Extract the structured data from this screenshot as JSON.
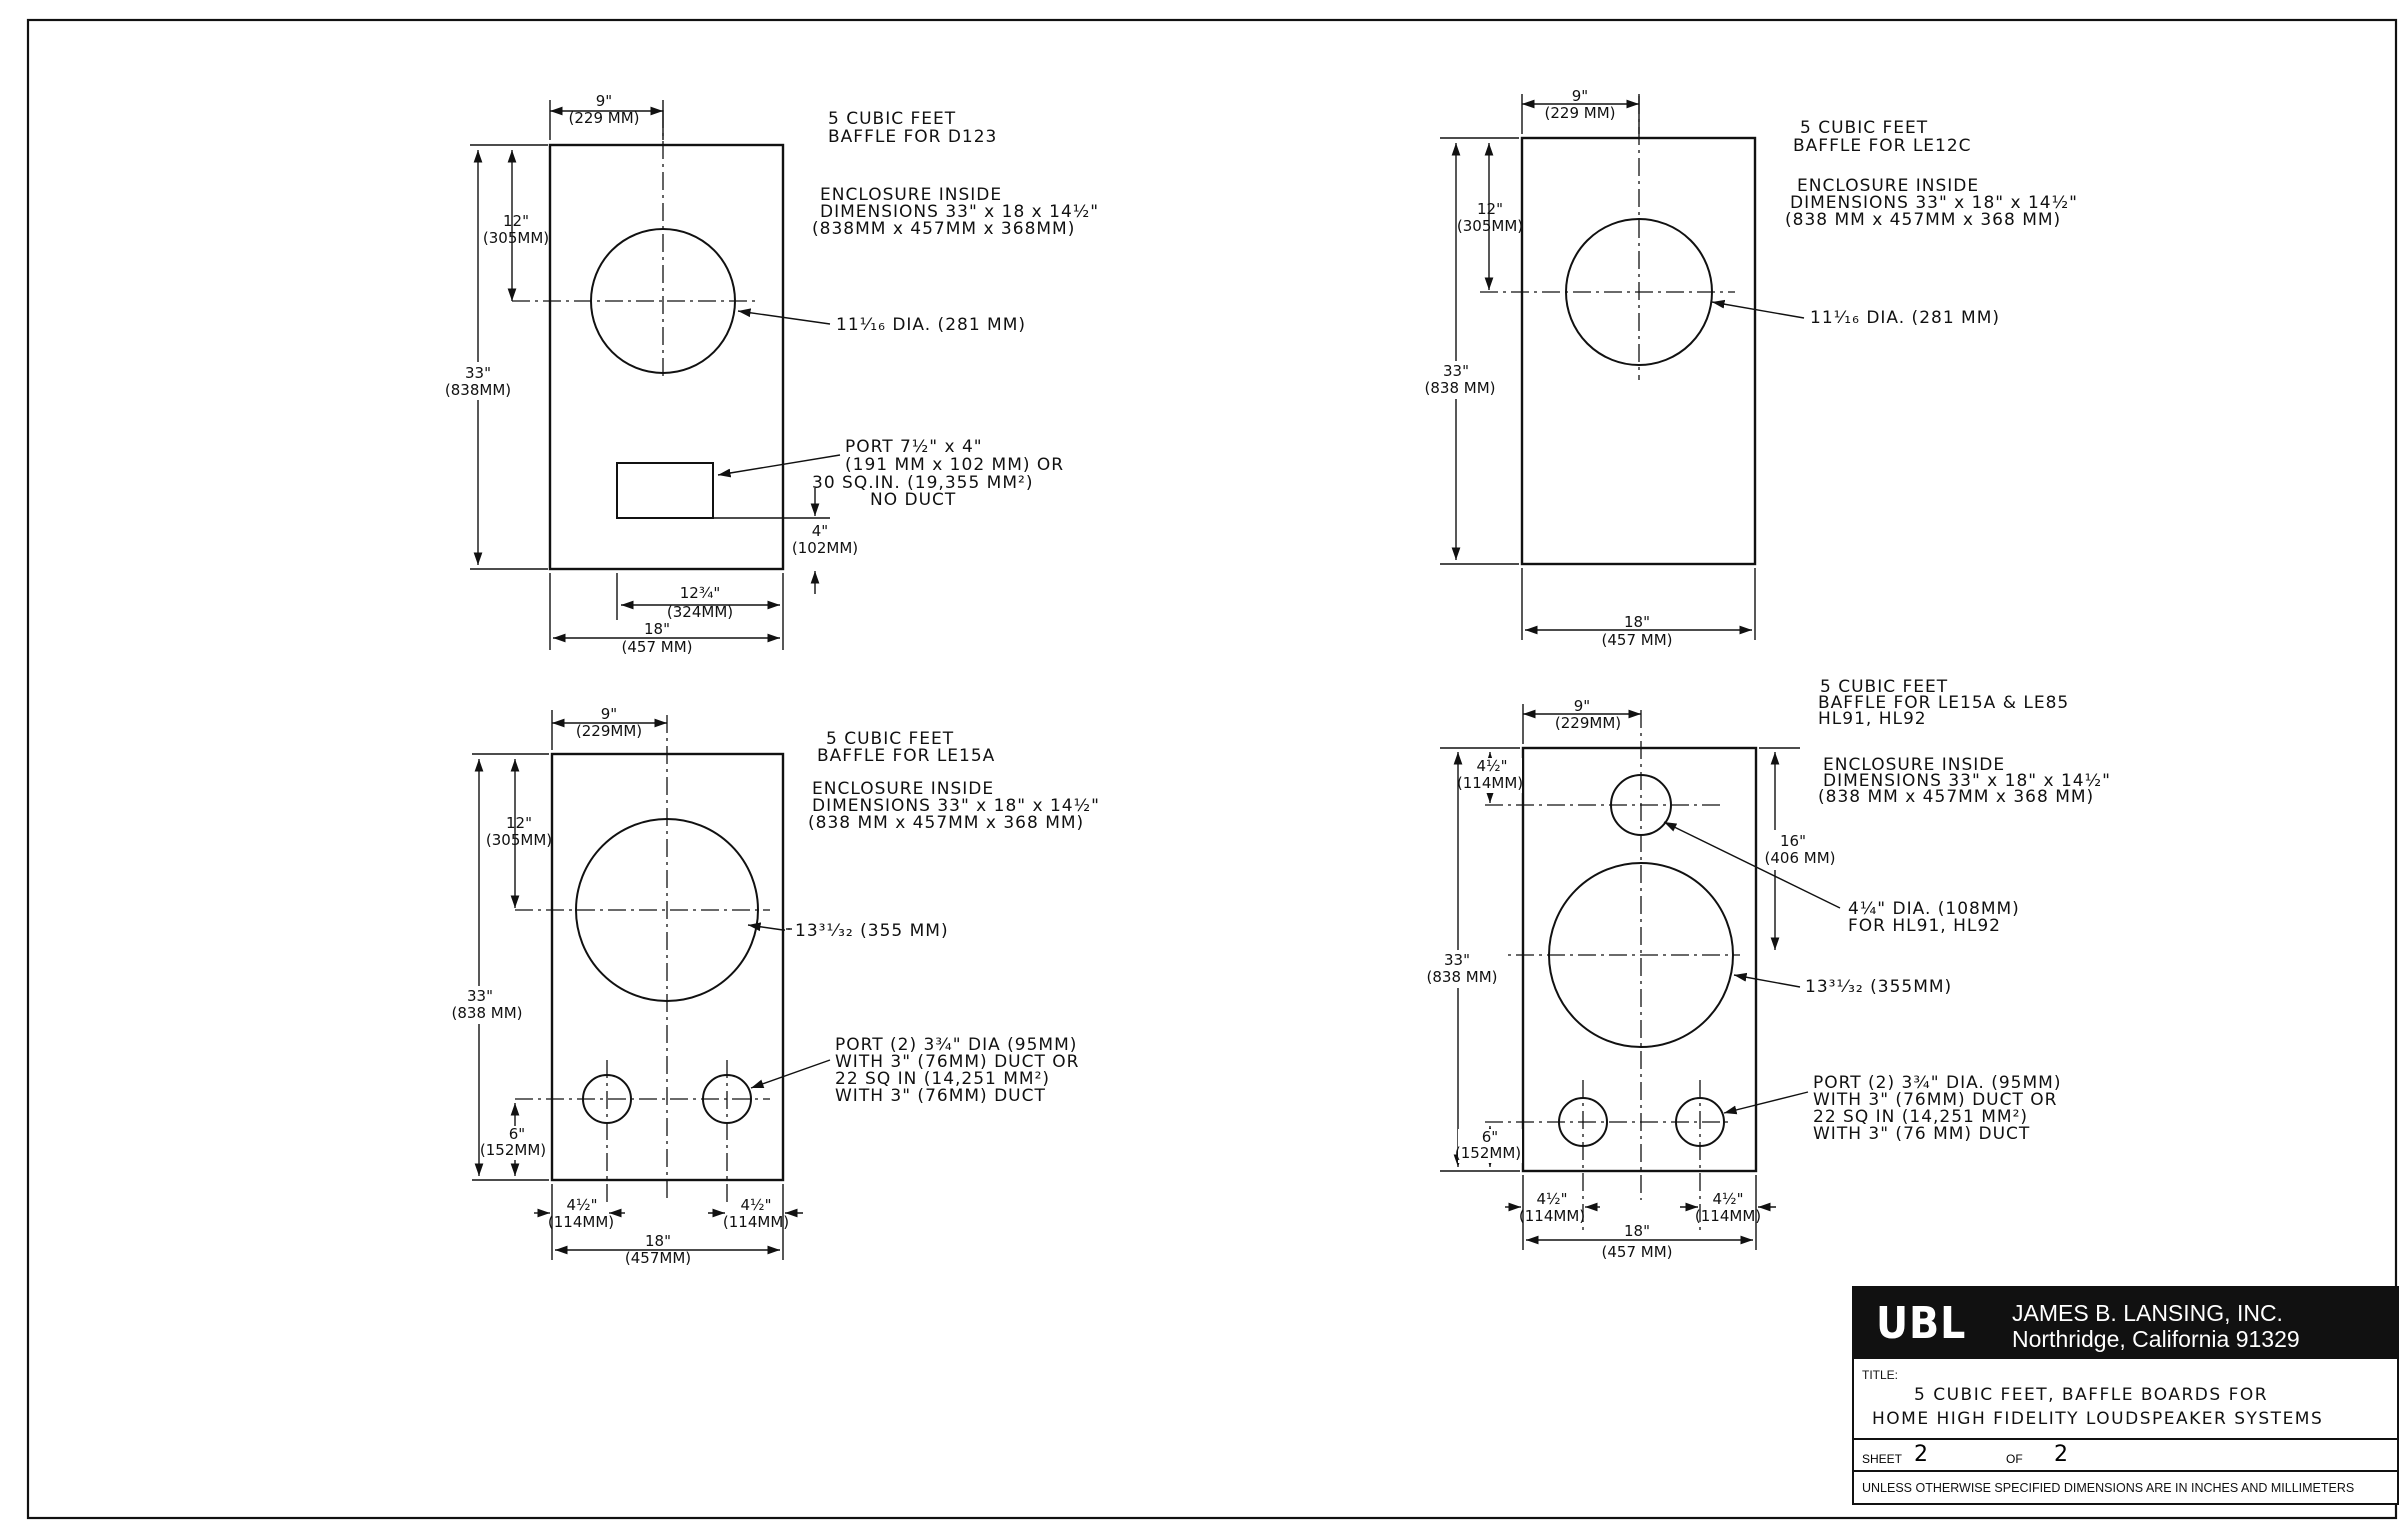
{
  "drawing": {
    "d123": {
      "title_line1": "5 CUBIC FEET",
      "title_line2": "BAFFLE FOR D123",
      "encl_line1": "ENCLOSURE INSIDE",
      "encl_line2": "DIMENSIONS 33\" x 18 x 14½\"",
      "encl_line3": "(838MM x 457MM x 368MM)",
      "dim_top_in": "9\"",
      "dim_top_mm": "(229 MM)",
      "dim_left_upper_in": "12\"",
      "dim_left_upper_mm": "(305MM)",
      "dim_height_in": "33\"",
      "dim_height_mm": "(838MM)",
      "hole_dia": "11⅟₁₆ DIA. (281 MM)",
      "port_line1": "PORT 7½\" x 4\"",
      "port_line2": "(191 MM x 102 MM) OR",
      "port_line3": "30 SQ.IN. (19,355 MM²)",
      "port_line4": "NO DUCT",
      "dim_port_in": "4\"",
      "dim_port_mm": "(102MM)",
      "dim_portw_in": "12¾\"",
      "dim_portw_mm": "(324MM)",
      "dim_width_in": "18\"",
      "dim_width_mm": "(457 MM)"
    },
    "le12c": {
      "title_line1": "5 CUBIC FEET",
      "title_line2": "BAFFLE FOR LE12C",
      "encl_line1": "ENCLOSURE INSIDE",
      "encl_line2": "DIMENSIONS 33\" x 18\" x 14½\"",
      "encl_line3": "(838 MM x 457MM x 368 MM)",
      "dim_top_in": "9\"",
      "dim_top_mm": "(229 MM)",
      "dim_left_upper_in": "12\"",
      "dim_left_upper_mm": "(305MM)",
      "dim_height_in": "33\"",
      "dim_height_mm": "(838 MM)",
      "hole_dia": "11⅟₁₆ DIA. (281 MM)",
      "dim_width_in": "18\"",
      "dim_width_mm": "(457 MM)"
    },
    "le15a": {
      "title_line1": "5 CUBIC FEET",
      "title_line2": "BAFFLE FOR LE15A",
      "encl_line1": "ENCLOSURE INSIDE",
      "encl_line2": "DIMENSIONS 33\" x 18\" x 14½\"",
      "encl_line3": "(838 MM x 457MM x 368 MM)",
      "dim_top_in": "9\"",
      "dim_top_mm": "(229MM)",
      "dim_left_upper_in": "12\"",
      "dim_left_upper_mm": "(305MM)",
      "dim_height_in": "33\"",
      "dim_height_mm": "(838 MM)",
      "dim_port_in": "6\"",
      "dim_port_mm": "(152MM)",
      "hole_dia": "13³¹⁄₃₂ (355 MM)",
      "port_line1": "PORT (2) 3¾\" DIA (95MM)",
      "port_line2": "WITH 3\" (76MM) DUCT OR",
      "port_line3": "22 SQ IN (14,251 MM²)",
      "port_line4": "WITH 3\" (76MM) DUCT",
      "dim_left_port_in": "4½\"",
      "dim_left_port_mm": "(114MM)",
      "dim_right_port_in": "4½\"",
      "dim_right_port_mm": "(114MM)",
      "dim_width_in": "18\"",
      "dim_width_mm": "(457MM)"
    },
    "le15a_le85": {
      "title_line1": "5 CUBIC FEET",
      "title_line2": "BAFFLE FOR LE15A & LE85",
      "title_line3": "HL91, HL92",
      "encl_line1": "ENCLOSURE INSIDE",
      "encl_line2": "DIMENSIONS 33\" x 18\" x 14½\"",
      "encl_line3": "(838 MM x 457MM x 368 MM)",
      "dim_top_in": "9\"",
      "dim_top_mm": "(229MM)",
      "dim_left_upper_in": "4½\"",
      "dim_left_upper_mm": "(114MM)",
      "dim_right_in": "16\"",
      "dim_right_mm": "(406 MM)",
      "dim_height_in": "33\"",
      "dim_height_mm": "(838 MM)",
      "dim_port_in": "6\"",
      "dim_port_mm": "(152MM)",
      "small_dia_line1": "4¼\" DIA. (108MM)",
      "small_dia_line2": "FOR HL91, HL92",
      "hole_dia": "13³¹⁄₃₂ (355MM)",
      "port_line1": "PORT (2) 3¾\" DIA. (95MM)",
      "port_line2": "WITH 3\" (76MM) DUCT OR",
      "port_line3": "22 SQ IN (14,251 MM²)",
      "port_line4": "WITH 3\" (76 MM) DUCT",
      "dim_left_port_in": "4½\"",
      "dim_left_port_mm": "(114MM)",
      "dim_right_port_in": "4½\"",
      "dim_right_port_mm": "(114MM)",
      "dim_width_in": "18\"",
      "dim_width_mm": "(457 MM)"
    }
  },
  "title_block": {
    "logo": "UBL",
    "company": "JAMES B. LANSING, INC.",
    "address": "Northridge, California 91329",
    "title_label": "TITLE:",
    "title_line1": "5 CUBIC FEET, BAFFLE BOARDS FOR",
    "title_line2": "HOME HIGH FIDELITY LOUDSPEAKER SYSTEMS",
    "sheet_label": "SHEET",
    "sheet_number": "2",
    "of_label": "OF",
    "of_number": "2",
    "note": "UNLESS OTHERWISE SPECIFIED DIMENSIONS ARE IN INCHES AND MILLIMETERS"
  }
}
